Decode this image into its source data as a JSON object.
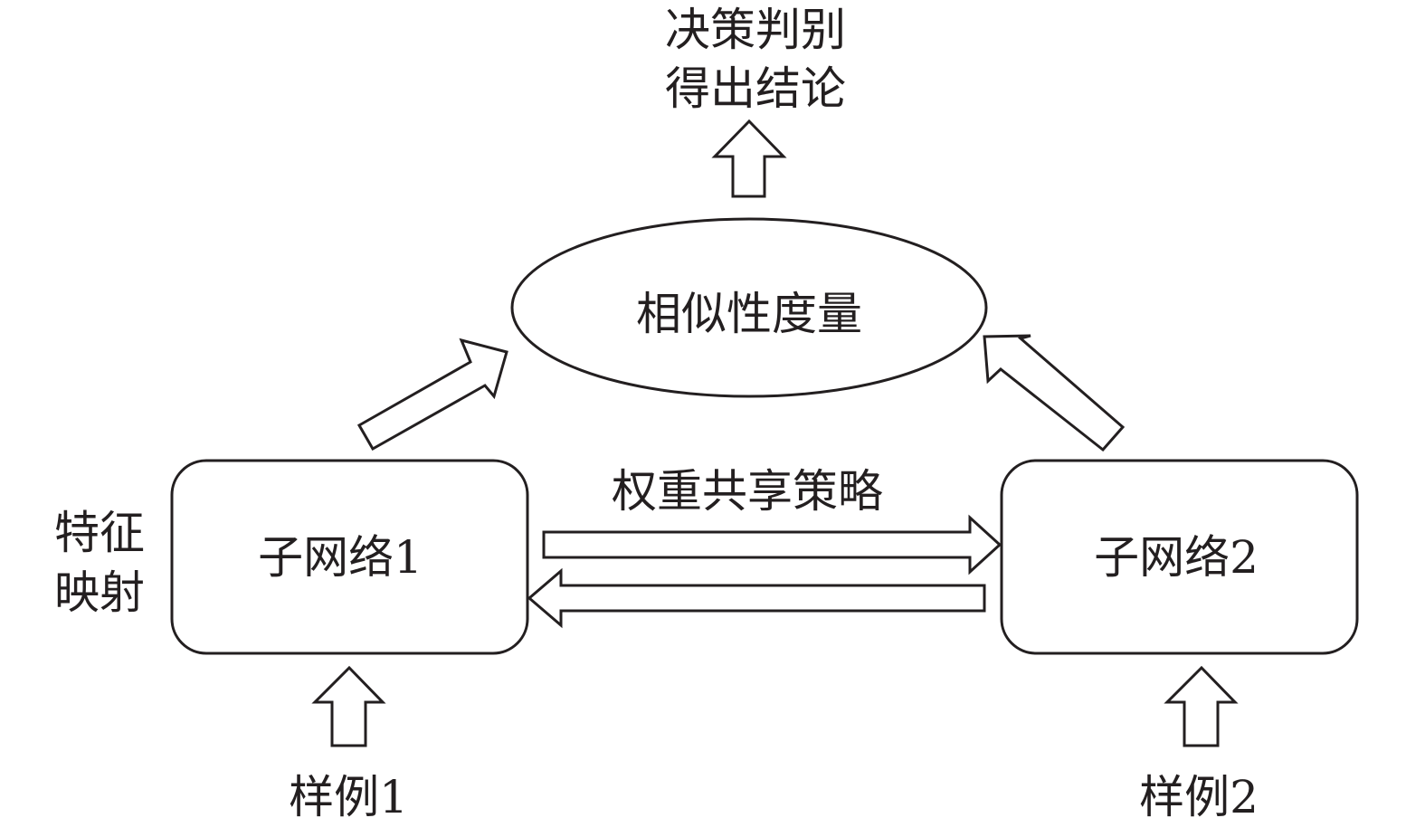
{
  "diagram": {
    "conclusion_line1": "决策判别",
    "conclusion_line2": "得出结论",
    "similarity": "相似性度量",
    "weight_sharing": "权重共享策略",
    "feature_line1": "特征",
    "feature_line2": "映射",
    "subnet1": "子网络1",
    "subnet2": "子网络2",
    "sample1": "样例1",
    "sample2": "样例2"
  },
  "colors": {
    "stroke": "#231f20",
    "background": "#ffffff"
  }
}
